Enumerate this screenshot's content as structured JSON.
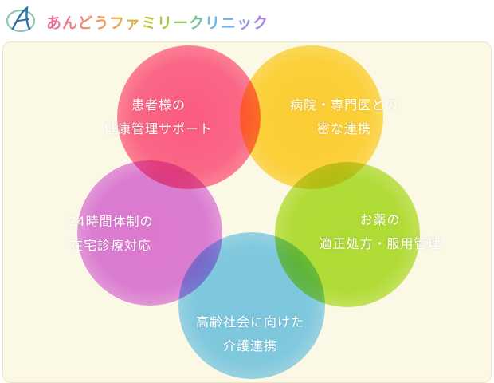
{
  "header": {
    "clinic_name": "あんどうファミリークリニック",
    "logo_icon": "clinic-logo-icon"
  },
  "services": {
    "pink": {
      "line1": "患者様の",
      "line2": "健康管理サポート",
      "color": "#ff6a95"
    },
    "yellow": {
      "line1": "病院・専門医との",
      "line2": "密な連携",
      "color": "#ffd640"
    },
    "purple": {
      "line1": "24時間体制の",
      "line2": "在宅診療対応",
      "color": "#de7fe6"
    },
    "green": {
      "line1": "お薬の",
      "line2": "適正処方・服用管理",
      "color": "#b4e33e"
    },
    "blue": {
      "line1": "高齢社会に向けた",
      "line2": "介護連携",
      "color": "#81cef7"
    }
  },
  "colors": {
    "panel_background": "#fbf8e6",
    "label_text": "#ffffff"
  }
}
